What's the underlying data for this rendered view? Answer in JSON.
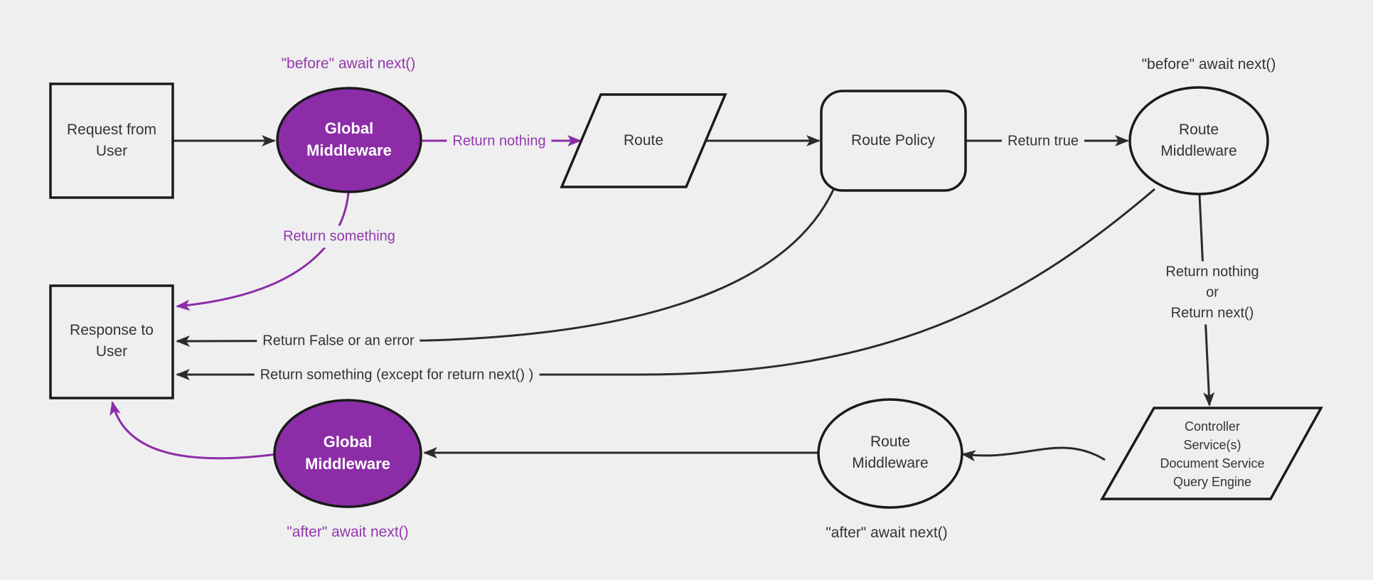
{
  "diagram": {
    "kind": "flowchart",
    "colors": {
      "background": "#efefef",
      "node_fill": "#efefef",
      "node_border": "#1a1a1a",
      "edge_stroke": "#2b2b2b",
      "purple_fill": "#8c2da7",
      "purple_edge": "#8c2da7",
      "purple_text": "#9338ae",
      "text": "#333333",
      "purple_node_text": "#ffffff"
    },
    "nodes": {
      "request": {
        "label": "Request from\nUser",
        "shape": "rectangle"
      },
      "global_middleware_top": {
        "label": "Global\nMiddleware",
        "shape": "ellipse"
      },
      "route": {
        "label": "Route",
        "shape": "parallelogram"
      },
      "route_policy": {
        "label": "Route Policy",
        "shape": "rounded-rectangle"
      },
      "route_middleware_top": {
        "label": "Route\nMiddleware",
        "shape": "ellipse"
      },
      "controller": {
        "label": "Controller\nService(s)\nDocument Service\nQuery Engine",
        "shape": "parallelogram"
      },
      "route_middleware_bottom": {
        "label": "Route\nMiddleware",
        "shape": "ellipse"
      },
      "global_middleware_bottom": {
        "label": "Global\nMiddleware",
        "shape": "ellipse"
      },
      "response": {
        "label": "Response to\nUser",
        "shape": "rectangle"
      }
    },
    "edge_labels": {
      "return_nothing": "Return nothing",
      "return_true": "Return true",
      "return_nothing_or_next": "Return nothing\nor\nReturn next()",
      "return_something": "Return something",
      "return_false_or_error": "Return False or an error",
      "return_something_except": "Return something (except for return next() )"
    },
    "annotations": {
      "before_await_next_global": "\"before\" await next()",
      "before_await_next_route": "\"before\" await next()",
      "after_await_next_route": "\"after\" await next()",
      "after_await_next_global": "\"after\" await next()"
    }
  }
}
